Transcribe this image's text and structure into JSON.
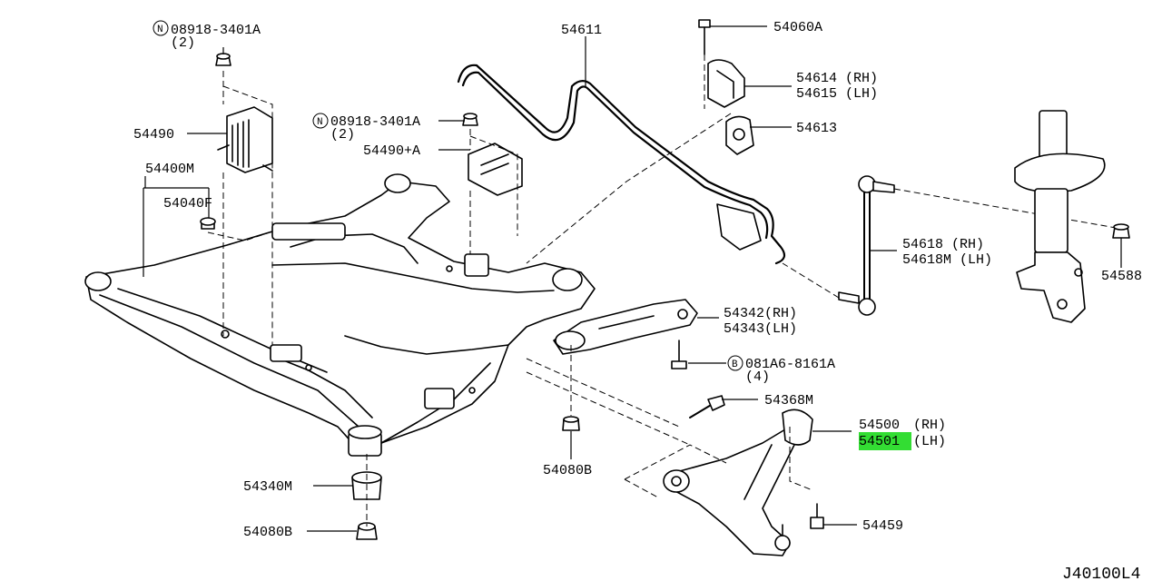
{
  "diagram_code": "J40100L4",
  "highlight_color": "#33dd33",
  "labels": {
    "n_08918_3401a_top": "08918-3401A",
    "n_08918_3401a_top_qty": "(2)",
    "p_54490": "54490",
    "p_54400m": "54400M",
    "p_54040f": "54040F",
    "n_08918_3401a_mid": "08918-3401A",
    "n_08918_3401a_mid_qty": "(2)",
    "p_54490a": "54490+A",
    "p_54611": "54611",
    "p_54060a": "54060A",
    "p_54614_rh": "54614 (RH)",
    "p_54615_lh": "54615 (LH)",
    "p_54613": "54613",
    "p_54618_rh": "54618 (RH)",
    "p_54618m_lh": "54618M (LH)",
    "p_54588": "54588",
    "p_54342_rh": "54342(RH)",
    "p_54343_lh": "54343(LH)",
    "b_081a6_8161a": "081A6-8161A",
    "b_081a6_8161a_qty": "(4)",
    "p_54368m": "54368M",
    "p_54500_num": "54500",
    "p_54500_side": "(RH)",
    "p_54501_num": "54501",
    "p_54501_side": "(LH)",
    "p_54459": "54459",
    "p_54080b_mid": "54080B",
    "p_54340m": "54340M",
    "p_54080b_bot": "54080B"
  },
  "marker_letters": {
    "n": "N",
    "b": "B"
  },
  "highlighted_part": "54501"
}
